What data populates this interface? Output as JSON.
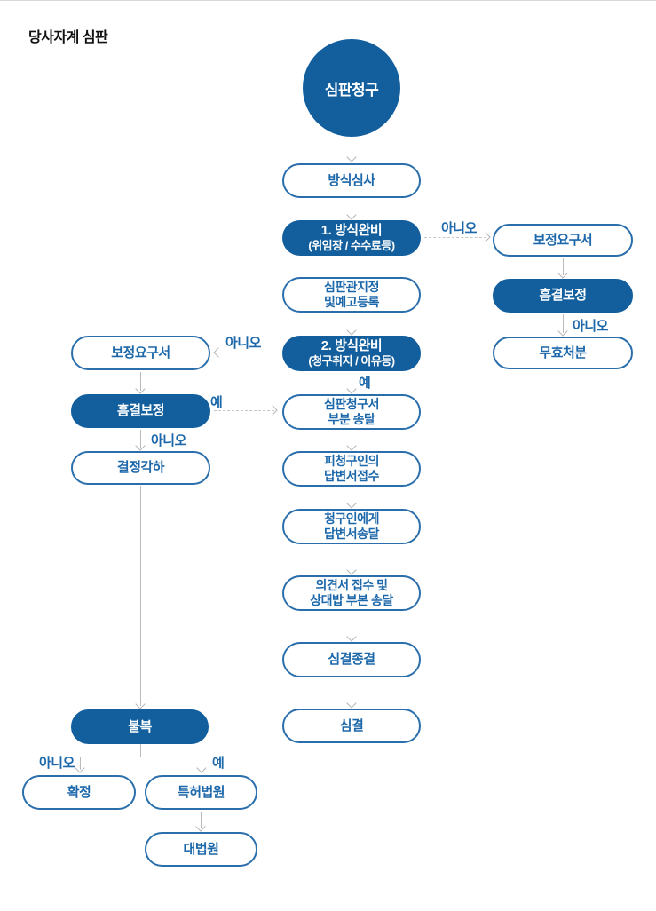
{
  "title": "당사자계 심판",
  "edge_labels": {
    "yes": "예",
    "no": "아니오"
  },
  "nodes": {
    "trial_request": {
      "label": "심판청구"
    },
    "formality_exam": {
      "label": "방식심사"
    },
    "formality_complete_1": {
      "label": "1. 방식완비",
      "sub": "(위임장 / 수수료등)"
    },
    "judge_designation": {
      "label": "심판관지정",
      "sub": "및예고등록"
    },
    "formality_complete_2": {
      "label": "2. 방식완비",
      "sub": "(청구취지 / 이유등)"
    },
    "request_copy_service": {
      "label": "심판청구서",
      "sub": "부분 송달"
    },
    "respondent_answer_receipt": {
      "label": "피청구인의",
      "sub": "답변서접수"
    },
    "claimant_answer_service": {
      "label": "청구인에게",
      "sub": "답변서송달"
    },
    "opinion_receipt_service": {
      "label": "의견서 접수 및",
      "sub": "상대밥 부본 송달"
    },
    "trial_close": {
      "label": "심결종결"
    },
    "trial_decision": {
      "label": "심결"
    },
    "correction_request_right": {
      "label": "보정요구서"
    },
    "defect_correction_right": {
      "label": "흠결보정"
    },
    "invalidation_disposition": {
      "label": "무효처분"
    },
    "correction_request_left": {
      "label": "보정요구서"
    },
    "defect_correction_left": {
      "label": "흠결보정"
    },
    "decision_dismissal": {
      "label": "결정각하"
    },
    "appeal": {
      "label": "불복"
    },
    "final_confirmation": {
      "label": "확정"
    },
    "patent_court": {
      "label": "특허법원"
    },
    "supreme_court": {
      "label": "대법원"
    }
  },
  "colors": {
    "node_fill_dark": "#135F9E",
    "node_border": "#2A6FAC",
    "node_text": "#1D68AA",
    "connector": "#BBBBBB",
    "title_text": "#111111"
  }
}
